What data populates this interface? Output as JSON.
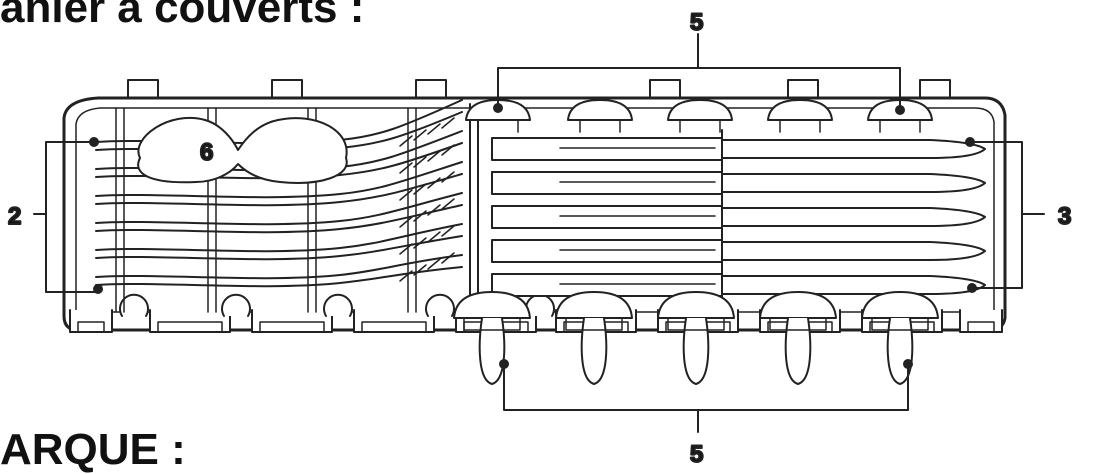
{
  "headings": {
    "top": "anier à couverts :",
    "bottom": "ARQUE :"
  },
  "callouts": {
    "c2": "2",
    "c3": "3",
    "c5_top": "5",
    "c5_bottom": "5",
    "c6": "6"
  },
  "diagram": {
    "cutlery_columns": 5,
    "fork_count": 6,
    "knife_count": 5,
    "line_color": "#222222",
    "background": "#ffffff"
  }
}
